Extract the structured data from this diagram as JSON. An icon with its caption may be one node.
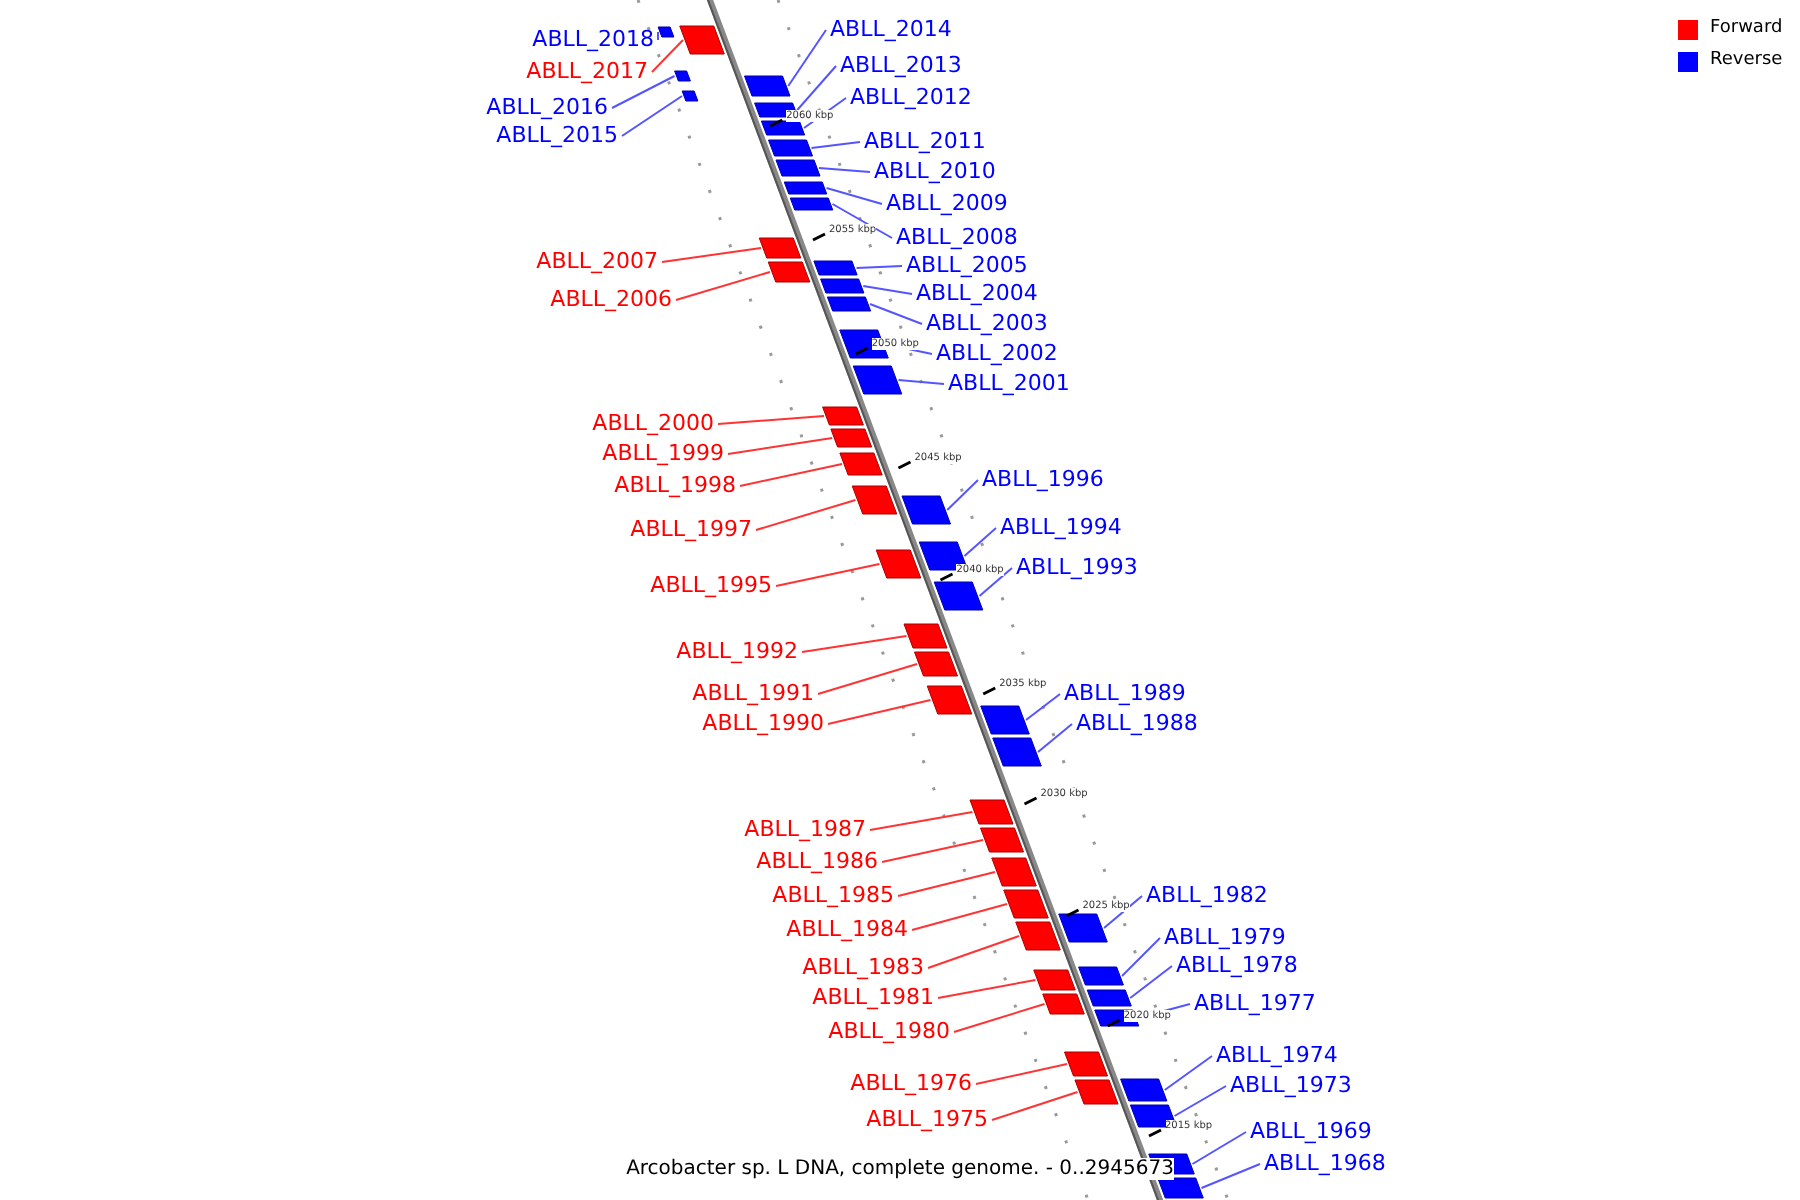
{
  "diagram": {
    "caption": "Arcobacter sp. L DNA, complete genome. - 0..2945673",
    "nodes": [
      {
        "text": [
          "ABLL_2014"
        ]
      },
      {
        "text": [
          "ABLL_2018"
        ]
      },
      {
        "text": [
          "ABLL_2013"
        ]
      },
      {
        "text": [
          "ABLL_2017"
        ]
      },
      {
        "text": [
          "ABLL_2012"
        ]
      },
      {
        "text": [
          "ABLL_2016"
        ]
      },
      {
        "text": [
          "ABLL_2015"
        ]
      },
      {
        "text": [
          "ABLL_2011"
        ]
      },
      {
        "text": [
          "ABLL_2010"
        ]
      },
      {
        "text": [
          "ABLL_2009"
        ]
      },
      {
        "text": [
          "ABLL_2008"
        ]
      },
      {
        "text": [
          "ABLL_2007"
        ]
      },
      {
        "text": [
          "ABLL_2005"
        ]
      },
      {
        "text": [
          "ABLL_2004"
        ]
      },
      {
        "text": [
          "ABLL_2006"
        ]
      },
      {
        "text": [
          "ABLL_2003"
        ]
      },
      {
        "text": [
          "ABLL_2002"
        ]
      },
      {
        "text": [
          "ABLL_2001"
        ]
      },
      {
        "text": [
          "ABLL_2000"
        ]
      },
      {
        "text": [
          "ABLL_1999"
        ]
      },
      {
        "text": [
          "ABLL_1996"
        ]
      },
      {
        "text": [
          "ABLL_1998"
        ]
      },
      {
        "text": [
          "ABLL_1994"
        ]
      },
      {
        "text": [
          "ABLL_1997"
        ]
      },
      {
        "text": [
          "ABLL_1993"
        ]
      },
      {
        "text": [
          "ABLL_1995"
        ]
      },
      {
        "text": [
          "ABLL_1992"
        ]
      },
      {
        "text": [
          "ABLL_1991"
        ]
      },
      {
        "text": [
          "ABLL_1989"
        ]
      },
      {
        "text": [
          "ABLL_1990"
        ]
      },
      {
        "text": [
          "ABLL_1988"
        ]
      },
      {
        "text": [
          "ABLL_1987"
        ]
      },
      {
        "text": [
          "ABLL_1986"
        ]
      },
      {
        "text": [
          "ABLL_1985"
        ]
      },
      {
        "text": [
          "ABLL_1982"
        ]
      },
      {
        "text": [
          "ABLL_1984"
        ]
      },
      {
        "text": [
          "ABLL_1979"
        ]
      },
      {
        "text": [
          "ABLL_1978"
        ]
      },
      {
        "text": [
          "ABLL_1983"
        ]
      },
      {
        "text": [
          "ABLL_1981"
        ]
      },
      {
        "text": [
          "ABLL_1977"
        ]
      },
      {
        "text": [
          "ABLL_1980"
        ]
      },
      {
        "text": [
          "ABLL_1974"
        ]
      },
      {
        "text": [
          "ABLL_1976"
        ]
      },
      {
        "text": [
          "ABLL_1973"
        ]
      },
      {
        "text": [
          "ABLL_1975"
        ]
      },
      {
        "text": [
          "ABLL_1969"
        ]
      },
      {
        "text": [
          "ABLL_1968"
        ]
      },
      {
        "text": [],
        "shape": "bar"
      },
      {
        "text": [],
        "shape": "bar"
      },
      {
        "text": [],
        "shape": "bar"
      },
      {
        "text": [],
        "shape": "bar"
      },
      {
        "text": [],
        "shape": "bar"
      },
      {
        "text": [],
        "shape": "bar"
      },
      {
        "text": [],
        "shape": "bar"
      },
      {
        "text": [],
        "shape": "bar"
      },
      {
        "text": [],
        "shape": "bar"
      },
      {
        "text": [],
        "shape": "bar"
      },
      {
        "text": [],
        "shape": "bar"
      },
      {
        "text": [],
        "shape": "bar"
      },
      {
        "text": [],
        "shape": "bar"
      },
      {
        "text": [],
        "shape": "bar"
      },
      {
        "text": [],
        "shape": "bar"
      },
      {
        "text": [],
        "shape": "bar"
      },
      {
        "text": [],
        "shape": "bar"
      },
      {
        "text": [],
        "shape": "bar"
      },
      {
        "text": [],
        "shape": "bar"
      },
      {
        "text": [],
        "shape": "bar"
      },
      {
        "text": [],
        "shape": "bar"
      },
      {
        "text": [],
        "shape": "bar"
      },
      {
        "text": [],
        "shape": "bar"
      },
      {
        "text": [],
        "shape": "bar"
      },
      {
        "text": [],
        "shape": "bar"
      },
      {
        "text": [],
        "shape": "bar"
      },
      {
        "text": [],
        "shape": "bar"
      },
      {
        "text": [],
        "shape": "bar"
      },
      {
        "text": [],
        "shape": "bar"
      },
      {
        "text": [],
        "shape": "bar"
      },
      {
        "text": [],
        "shape": "bar"
      },
      {
        "text": [],
        "shape": "bar"
      },
      {
        "text": [],
        "shape": "bar"
      },
      {
        "text": [],
        "shape": "bar"
      },
      {
        "text": [],
        "shape": "bar"
      },
      {
        "text": [],
        "shape": "bar"
      },
      {
        "text": [],
        "shape": "bar"
      },
      {
        "text": [],
        "shape": "bar"
      },
      {
        "text": [],
        "shape": "bar"
      },
      {
        "text": [],
        "shape": "bar"
      },
      {
        "text": [],
        "shape": "bar"
      },
      {
        "text": [],
        "shape": "bar"
      },
      {
        "text": [],
        "shape": "bar"
      },
      {
        "text": [],
        "shape": "bar"
      },
      {
        "text": [],
        "shape": "bar"
      },
      {
        "text": [],
        "shape": "bar"
      },
      {
        "text": [],
        "shape": "bar"
      },
      {
        "text": [],
        "shape": "bar"
      }
    ],
    "edges": [
      {
        "from": 0,
        "to": 51,
        "arrow": "none"
      },
      {
        "from": 1,
        "to": 48,
        "arrow": "none"
      },
      {
        "from": 2,
        "to": 53,
        "arrow": "none"
      },
      {
        "from": 3,
        "to": 49,
        "arrow": "none",
        "color": "#ff3333"
      },
      {
        "from": 4,
        "to": 54,
        "arrow": "none"
      },
      {
        "from": 5,
        "to": 50,
        "arrow": "none"
      },
      {
        "from": 6,
        "to": 52,
        "arrow": "none"
      },
      {
        "from": 7,
        "to": 55,
        "arrow": "none"
      },
      {
        "from": 8,
        "to": 56,
        "arrow": "none"
      },
      {
        "from": 9,
        "to": 57,
        "arrow": "none"
      },
      {
        "from": 10,
        "to": 58,
        "arrow": "none"
      },
      {
        "from": 11,
        "to": 59,
        "arrow": "none",
        "color": "#ff3333"
      },
      {
        "from": 12,
        "to": 61,
        "arrow": "none"
      },
      {
        "from": 13,
        "to": 62,
        "arrow": "none"
      },
      {
        "from": 14,
        "to": 60,
        "arrow": "none",
        "color": "#ff3333"
      },
      {
        "from": 15,
        "to": 63,
        "arrow": "none"
      },
      {
        "from": 16,
        "to": 64,
        "arrow": "none"
      },
      {
        "from": 17,
        "to": 65,
        "arrow": "none"
      },
      {
        "from": 18,
        "to": 66,
        "arrow": "none",
        "color": "#ff3333"
      },
      {
        "from": 19,
        "to": 67,
        "arrow": "none",
        "color": "#ff3333"
      },
      {
        "from": 20,
        "to": 70,
        "arrow": "none"
      },
      {
        "from": 21,
        "to": 68,
        "arrow": "none",
        "color": "#ff3333"
      },
      {
        "from": 22,
        "to": 71,
        "arrow": "none"
      },
      {
        "from": 23,
        "to": 69,
        "arrow": "none",
        "color": "#ff3333"
      },
      {
        "from": 24,
        "to": 73,
        "arrow": "none"
      },
      {
        "from": 25,
        "to": 72,
        "arrow": "none",
        "color": "#ff3333"
      },
      {
        "from": 26,
        "to": 74,
        "arrow": "none",
        "color": "#ff3333"
      },
      {
        "from": 27,
        "to": 75,
        "arrow": "none",
        "color": "#ff3333"
      },
      {
        "from": 28,
        "to": 77,
        "arrow": "none"
      },
      {
        "from": 29,
        "to": 76,
        "arrow": "none",
        "color": "#ff3333"
      },
      {
        "from": 30,
        "to": 78,
        "arrow": "none"
      },
      {
        "from": 31,
        "to": 79,
        "arrow": "none",
        "color": "#ff3333"
      },
      {
        "from": 32,
        "to": 80,
        "arrow": "none",
        "color": "#ff3333"
      },
      {
        "from": 33,
        "to": 81,
        "arrow": "none",
        "color": "#ff3333"
      },
      {
        "from": 34,
        "to": 83,
        "arrow": "none"
      },
      {
        "from": 35,
        "to": 82,
        "arrow": "none",
        "color": "#ff3333"
      },
      {
        "from": 36,
        "to": 86,
        "arrow": "none"
      },
      {
        "from": 37,
        "to": 87,
        "arrow": "none"
      },
      {
        "from": 38,
        "to": 84,
        "arrow": "none",
        "color": "#ff3333"
      },
      {
        "from": 39,
        "to": 85,
        "arrow": "none",
        "color": "#ff3333"
      },
      {
        "from": 40,
        "to": 89,
        "arrow": "none"
      },
      {
        "from": 41,
        "to": 88,
        "arrow": "none",
        "color": "#ff3333"
      },
      {
        "from": 42,
        "to": 91,
        "arrow": "none"
      },
      {
        "from": 43,
        "to": 90,
        "arrow": "none",
        "color": "#ff3333"
      },
      {
        "from": 44,
        "to": 93,
        "arrow": "none"
      },
      {
        "from": 45,
        "to": 92,
        "arrow": "none",
        "color": "#ff3333"
      },
      {
        "from": 46,
        "to": 94,
        "arrow": "none"
      },
      {
        "from": 47,
        "to": 95,
        "arrow": "none"
      }
    ],
    "labels": [
      "2060 kbp",
      "2055 kbp",
      "2050 kbp",
      "2045 kbp",
      "2040 kbp",
      "2035 kbp",
      "2030 kbp",
      "2025 kbp",
      "2020 kbp",
      "2015 kbp"
    ],
    "legend": [
      {
        "text": "Forward",
        "color": "#ff0000"
      },
      {
        "text": "Reverse",
        "color": "#0000ff"
      }
    ]
  }
}
